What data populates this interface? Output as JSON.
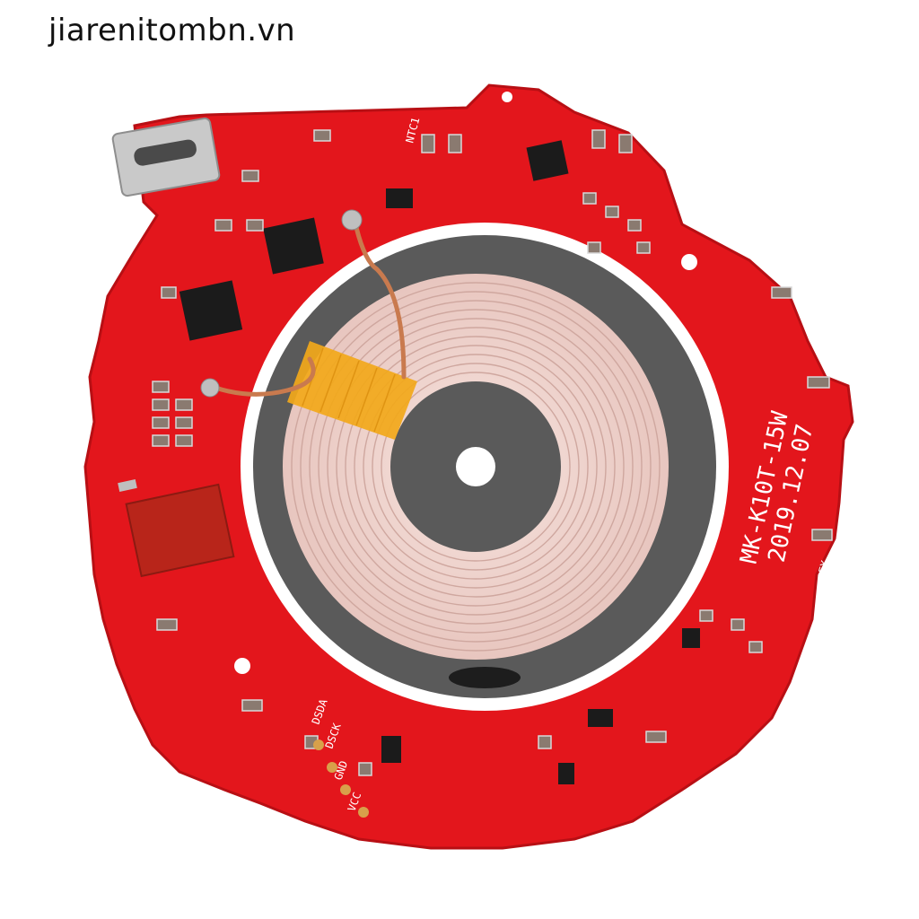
{
  "watermark": "jiarenitombn.vn",
  "board": {
    "model_label": "MK-K10T-15W",
    "date_label": "2019.12.07",
    "pad_labels": [
      "DSDA",
      "DSCK",
      "GND",
      "VCC"
    ],
    "silk_labels": [
      "NTC1",
      "FX"
    ]
  },
  "colors": {
    "pcb": "#e3161c",
    "pcb_edge": "#b80f14",
    "coil": "#f0d6d0",
    "ferrite": "#5a5a5a",
    "tape": "#f2a81a",
    "capacitor": "#b8251a",
    "chip": "#1b1b1b"
  },
  "icons": [
    "usb-c-port",
    "charging-coil",
    "ic-chip",
    "film-capacitor",
    "copper-wire"
  ]
}
